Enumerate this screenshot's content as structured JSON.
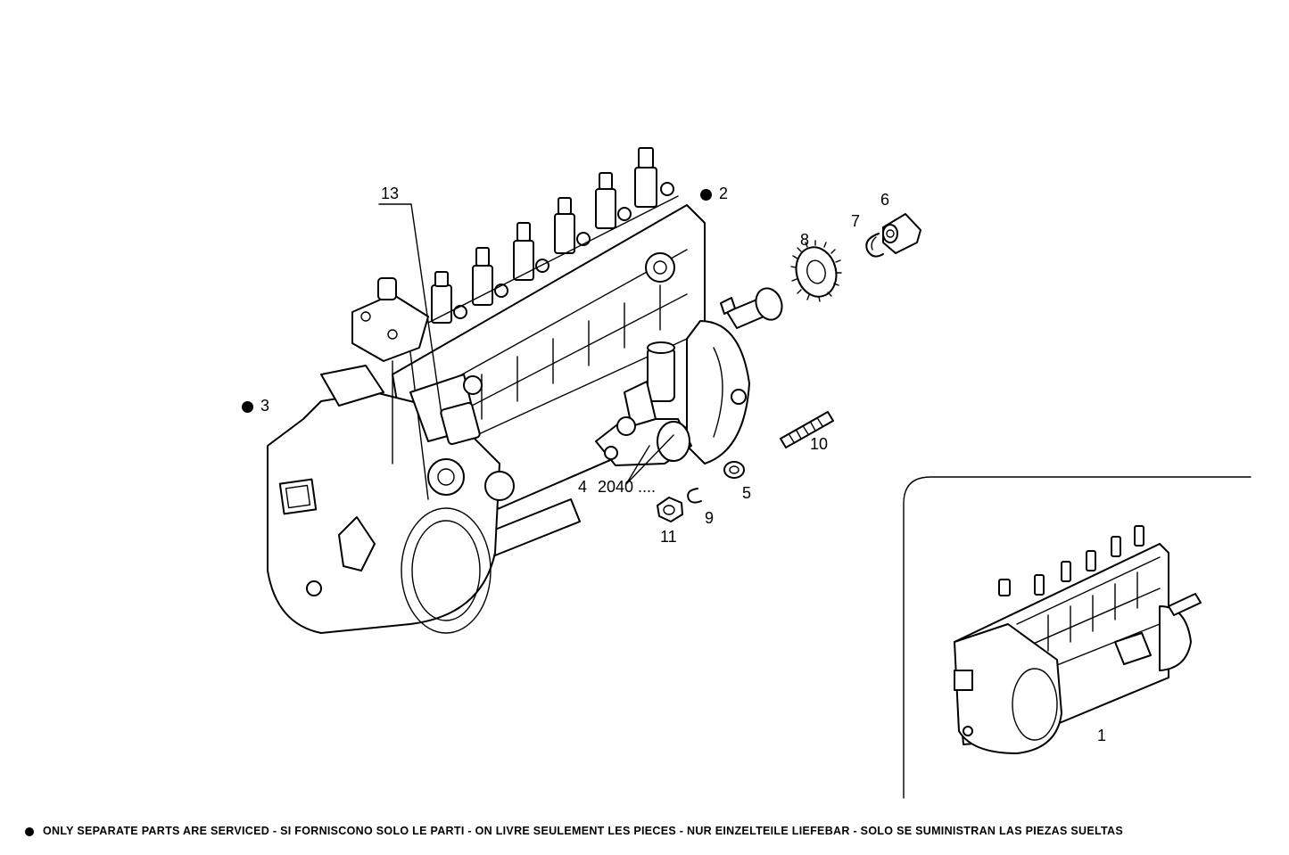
{
  "callouts": {
    "c1": "1",
    "c2": "2",
    "c3": "3",
    "c4": "4",
    "c2040": "2040 ....",
    "c5": "5",
    "c6": "6",
    "c7": "7",
    "c8": "8",
    "c9": "9",
    "c10": "10",
    "c11": "11",
    "c13": "13"
  },
  "footer_note": "ONLY SEPARATE PARTS ARE SERVICED - SI FORNISCONO SOLO LE PARTI - ON LIVRE SEULEMENT LES PIECES - NUR EINZELTEILE LIEFEBAR - SOLO SE SUMINISTRAN LAS PIEZAS SUELTAS"
}
